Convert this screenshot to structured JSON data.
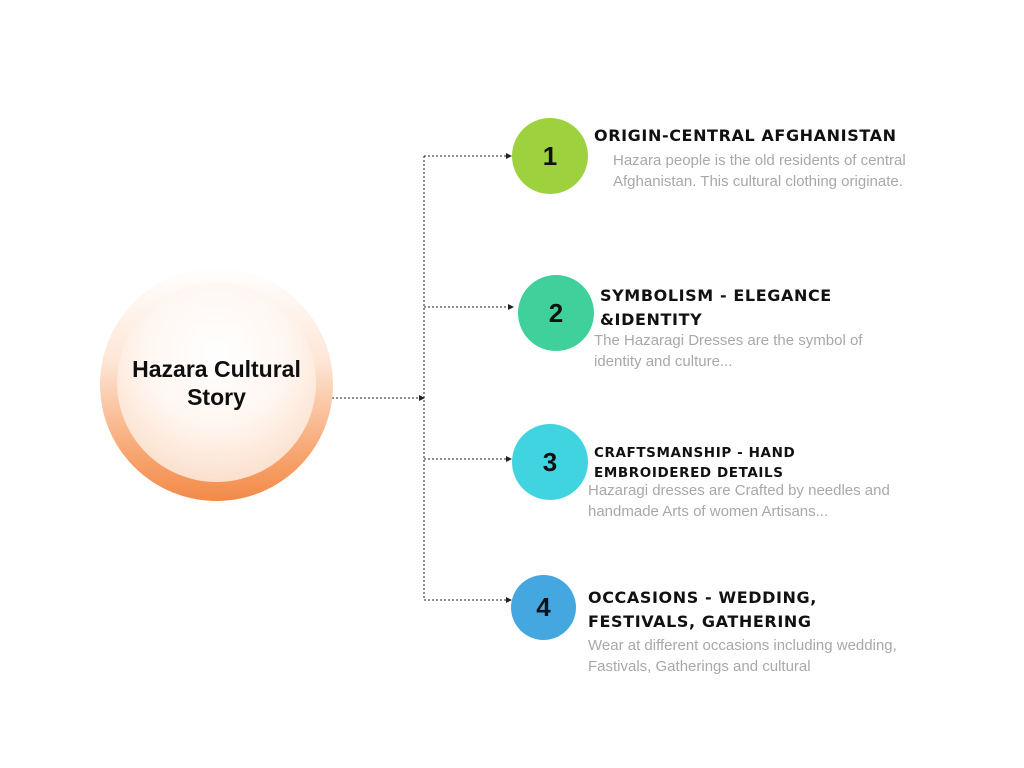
{
  "hub": {
    "title": "Hazara Cultural\nStory"
  },
  "items": [
    {
      "number": "1",
      "heading": "ORIGIN-CENTRAL AFGHANISTAN",
      "description": "Hazara people is the old residents of central Afghanistan. This cultural clothing originate.",
      "color": "#9dd23e"
    },
    {
      "number": "2",
      "heading": "SYMBOLISM - ELEGANCE &IDENTITY",
      "description": "The Hazaragi Dresses are the symbol of identity and culture...",
      "color": "#3fd09b"
    },
    {
      "number": "3",
      "heading": "CRAFTSMANSHIP - HAND EMBROIDERED DETAILS",
      "description": "Hazaragi dresses are Crafted by needles and handmade Arts of women Artisans...",
      "color": "#3fd4e0"
    },
    {
      "number": "4",
      "heading": "OCCASIONS - WEDDING, FESTIVALS, GATHERING",
      "description": "Wear at different occasions including wedding, Fastivals, Gatherings and cultural",
      "color": "#45a7e0"
    }
  ],
  "colors": {
    "hub_accent": "#f28a48",
    "connector": "#222222"
  }
}
